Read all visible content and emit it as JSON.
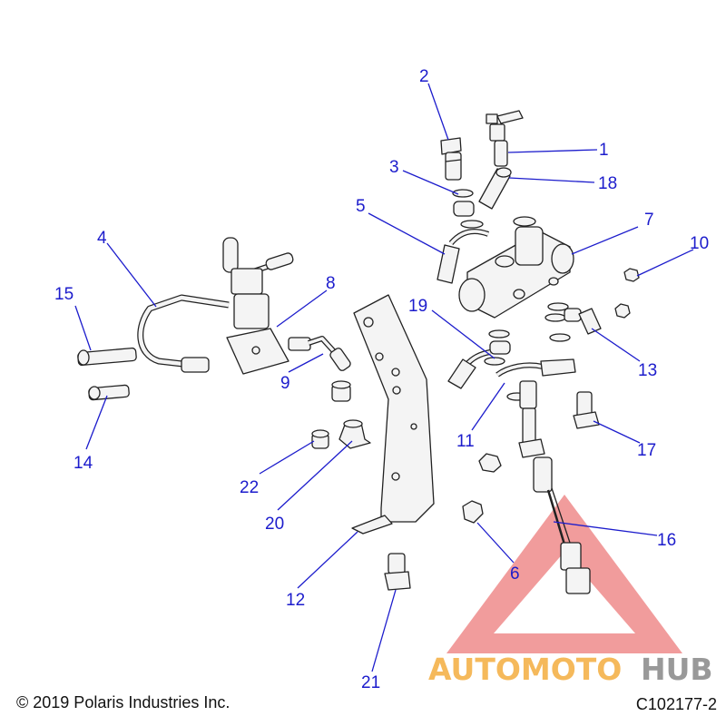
{
  "diagram": {
    "callouts": [
      "1",
      "2",
      "3",
      "4",
      "5",
      "6",
      "7",
      "8",
      "9",
      "10",
      "11",
      "12",
      "13",
      "14",
      "15",
      "16",
      "17",
      "18",
      "19",
      "20",
      "21",
      "22"
    ],
    "callout_color": "#1c1ccc",
    "copyright": "© 2019 Polaris Industries Inc.",
    "drawing_number": "C102177-2"
  },
  "watermark": {
    "brand_part1": "AUTOMOTO",
    "brand_part2": "HUB",
    "color_part1": "#f5b24a",
    "color_part2": "#8e8e8e",
    "triangle_color": "#e85a5a"
  }
}
